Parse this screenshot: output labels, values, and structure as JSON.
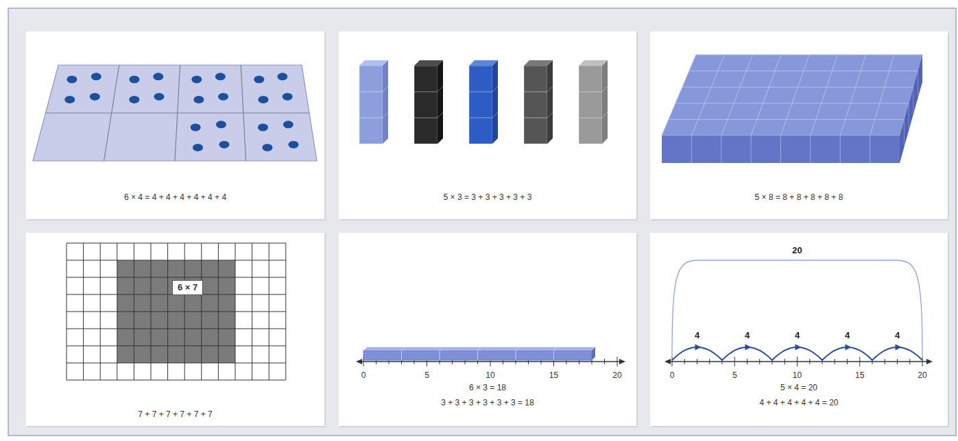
{
  "diagram": {
    "nodes": [
      {
        "text": [
          "6 × 4 = 4 + 4 + 4 + 4 + 4 + 4"
        ]
      },
      {
        "text": [
          "5 × 3 = 3 + 3 + 3 + 3 + 3"
        ]
      },
      {
        "text": [
          "5 × 8 = 8 + 8 + 8 + 8 + 8"
        ]
      },
      {
        "text": [
          "7 + 7 + 7 + 7 + 7 + 7"
        ]
      },
      {
        "text": [
          "6 × 7"
        ],
        "in": 3
      },
      {
        "text": [
          "6 × 3 = 18",
          "3 + 3 + 3 + 3 + 3 + 3 = 18"
        ]
      },
      {
        "text": [
          "5 × 4 = 20",
          "4 + 4 + 4 + 4 + 4 = 20"
        ]
      }
    ],
    "labels": [
      "0",
      "5",
      "10",
      "15",
      "20",
      "20",
      "4",
      "4",
      "4",
      "4",
      "4",
      "0",
      "5",
      "10",
      "15",
      "20"
    ]
  }
}
